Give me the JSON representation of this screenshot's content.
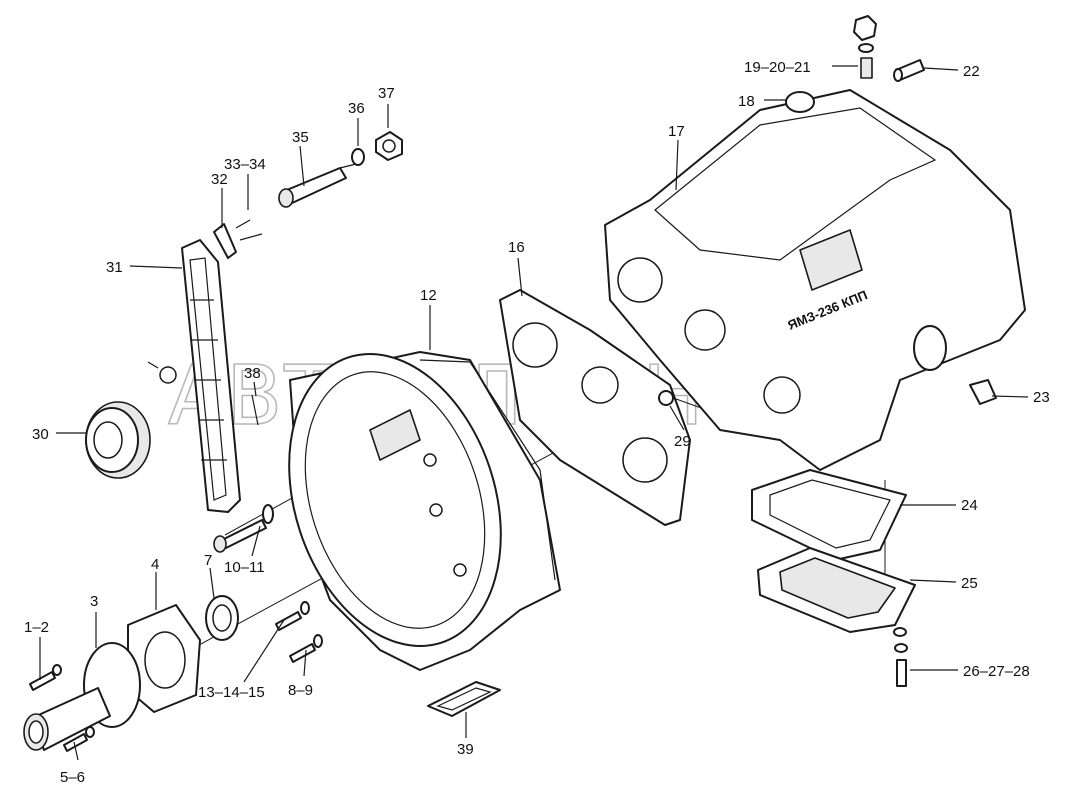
{
  "watermark": "АВТОАЛЬЯНС",
  "case_stamp": "ЯМЗ-236 КПП",
  "labels": {
    "p1_2": "1–2",
    "p3": "3",
    "p4": "4",
    "p5_6": "5–6",
    "p7": "7",
    "p8_9": "8–9",
    "p10_11": "10–11",
    "p12": "12",
    "p13_15": "13–14–15",
    "p16": "16",
    "p17": "17",
    "p18": "18",
    "p19_21": "19–20–21",
    "p22": "22",
    "p23": "23",
    "p24": "24",
    "p25": "25",
    "p26_28": "26–27–28",
    "p29": "29",
    "p30": "30",
    "p31": "31",
    "p32": "32",
    "p33_34": "33–34",
    "p35": "35",
    "p36": "36",
    "p37": "37",
    "p38": "38",
    "p39": "39"
  }
}
